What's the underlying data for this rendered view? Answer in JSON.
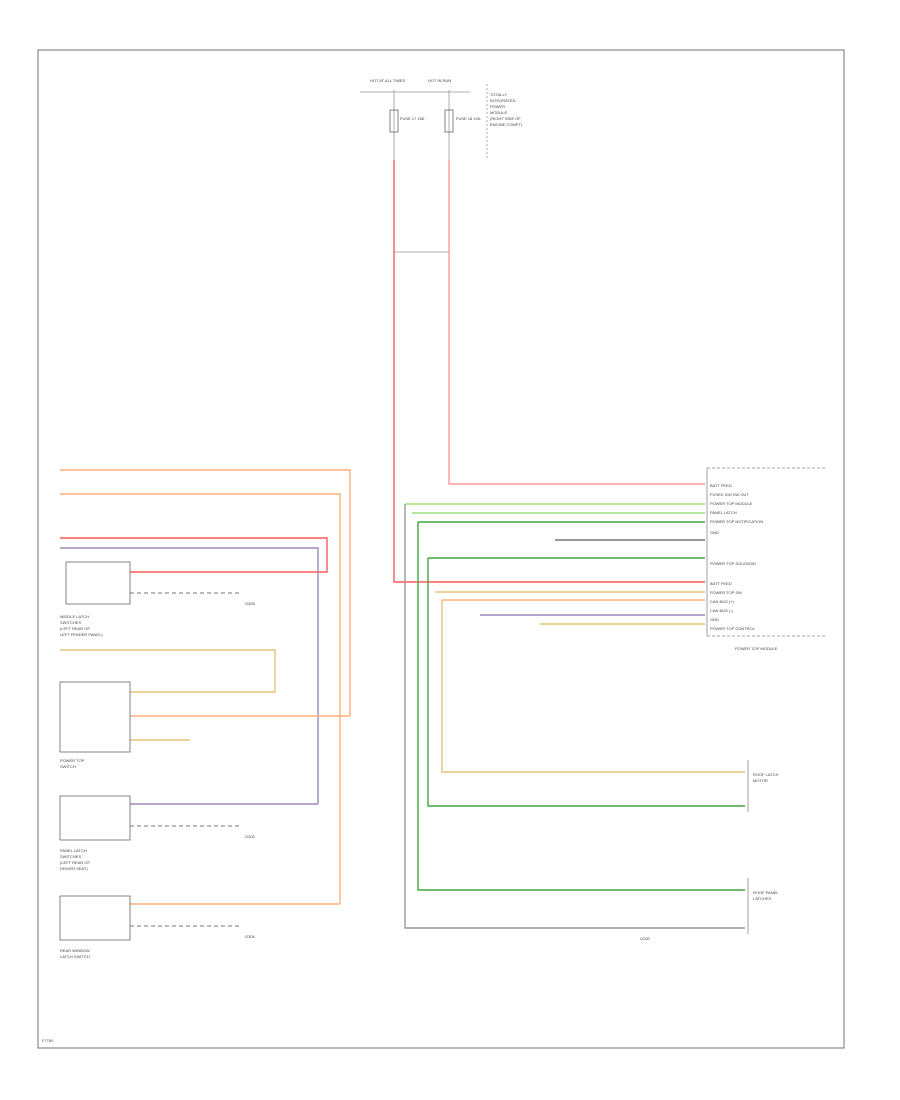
{
  "diagram": {
    "footer_code": "F7760",
    "colors": {
      "red": "#ff5a5a",
      "pink": "#ff9a9a",
      "orange": "#ffb07a",
      "light_green": "#9ddf7a",
      "green": "#3ea83e",
      "gray": "#777777",
      "purple": "#9a8ab8",
      "tan": "#e6c27a"
    },
    "top_fuses": [
      {
        "label": "HOT AT ALL TIMES",
        "fuse": "FUSE 17 15A"
      },
      {
        "label": "HOT IN RUN",
        "fuse": "FUSE 18 10A"
      }
    ],
    "fuse_panel_label": [
      "TOTALLY",
      "INTEGRATED",
      "POWER",
      "MODULE",
      "(RIGHT SIDE OF",
      "ENGINE COMPT)"
    ],
    "module_right": {
      "title": "POWER TOP MODULE",
      "pins": [
        "BATT FEED",
        "FUSED IGN SW OUT",
        "POWER TOP MODULE",
        "PANEL LATCH",
        "POWER TOP NOTIFICATION",
        "GND",
        "POWER TOP SOLENOID",
        "BATT FEED",
        "POWER TOP SW",
        "CAN BUS (+)",
        "CAN BUS (-)",
        "GND",
        "POWER TOP CONTROL"
      ]
    },
    "left_components": [
      {
        "name": [
          "MIDDLE LATCH",
          "SWITCHES",
          "(LEFT REAR OF",
          "LEFT FENDER PANEL)"
        ]
      },
      {
        "name": [
          "POWER TOP",
          "SWITCH"
        ]
      },
      {
        "name": [
          "PANEL LATCH",
          "SWITCHES",
          "(LEFT REAR OF",
          "DRIVER SEAT)"
        ]
      },
      {
        "name": [
          "REAR WINDOW",
          "LATCH SWITCH"
        ]
      }
    ],
    "right_components": [
      {
        "name": [
          "ROOF LATCH",
          "MOTOR"
        ]
      },
      {
        "name": [
          "ROOF PANEL",
          "LATCHES"
        ]
      }
    ],
    "grounds": [
      "G305",
      "G302",
      "G304",
      "G200"
    ]
  }
}
